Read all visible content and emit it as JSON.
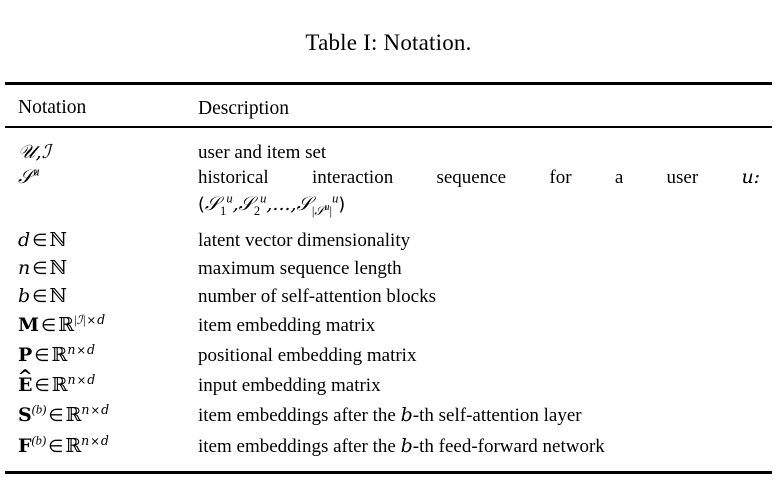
{
  "caption": {
    "label": "Table I: Notation."
  },
  "table": {
    "columns": [
      {
        "key": "notation",
        "header": "Notation"
      },
      {
        "key": "description",
        "header": "Description"
      }
    ],
    "rows": [
      {
        "notation_text": "ᵋ0, ℐ",
        "description": "user and item set",
        "description_line2": ""
      },
      {
        "notation_text": "𝒮ᵘ",
        "description": "historical interaction sequence for a user u:",
        "description_line2": "(𝒮₁ᵘ, 𝒮₂ᵘ, ..., 𝒮ₗ𝒮ᵘₗᵘ)"
      },
      {
        "notation_text": "d ∈ ℕ",
        "description": "latent vector dimensionality",
        "description_line2": ""
      },
      {
        "notation_text": "n ∈ ℕ",
        "description": "maximum sequence length",
        "description_line2": ""
      },
      {
        "notation_text": "b ∈ ℕ",
        "description": "number of self-attention blocks",
        "description_line2": ""
      },
      {
        "notation_text": "M ∈ ℝ^{|ℐ|×d}",
        "description": "item embedding matrix",
        "description_line2": ""
      },
      {
        "notation_text": "P ∈ ℝ^{n×d}",
        "description": "positional embedding matrix",
        "description_line2": ""
      },
      {
        "notation_text": "Ê ∈ ℝ^{n×d}",
        "description": "input embedding matrix",
        "description_line2": ""
      },
      {
        "notation_text": "S^{(b)} ∈ ℝ^{n×d}",
        "description": "item embeddings after the b-th self-attention layer",
        "description_line2": ""
      },
      {
        "notation_text": "F^{(b)} ∈ ℝ^{n×d}",
        "description": "item embeddings after the b-th feed-forward network",
        "description_line2": ""
      }
    ]
  },
  "descriptions": {
    "row0": "user and item set",
    "row1_words": [
      "historical",
      "interaction",
      "sequence",
      "for",
      "a",
      "user"
    ],
    "row1_tail": "u:",
    "row2": "latent vector dimensionality",
    "row3": "maximum sequence length",
    "row4": "number of self-attention blocks",
    "row5": "item embedding matrix",
    "row6": "positional embedding matrix",
    "row7": "input embedding matrix",
    "row8_pre": "item embeddings after the ",
    "row8_var": "b",
    "row8_post": "-th self-attention layer",
    "row9_pre": "item embeddings after the ",
    "row9_var": "b",
    "row9_post": "-th feed-forward network"
  },
  "symbols": {
    "in": "∈",
    "times": "×",
    "nat": "ℕ",
    "real": "ℝ",
    "script_u": "𝒰",
    "script_i": "ℐ",
    "script_s": "𝒮",
    "bar": "|",
    "comma": ",",
    "ellipsis": "...",
    "lparen": "(",
    "rparen": ")",
    "hat": "^",
    "sup_u": "u",
    "sup_b": "(b)",
    "sup_n": "n",
    "sup_d": "d",
    "sub_1": "1",
    "sub_2": "2",
    "var_d": "d",
    "var_n": "n",
    "var_b": "b",
    "mat_M": "M",
    "mat_P": "P",
    "mat_E": "E",
    "mat_S": "S",
    "mat_F": "F"
  },
  "colors": {
    "background": "#ffffff",
    "text": "#000000",
    "rule": "#000000"
  }
}
